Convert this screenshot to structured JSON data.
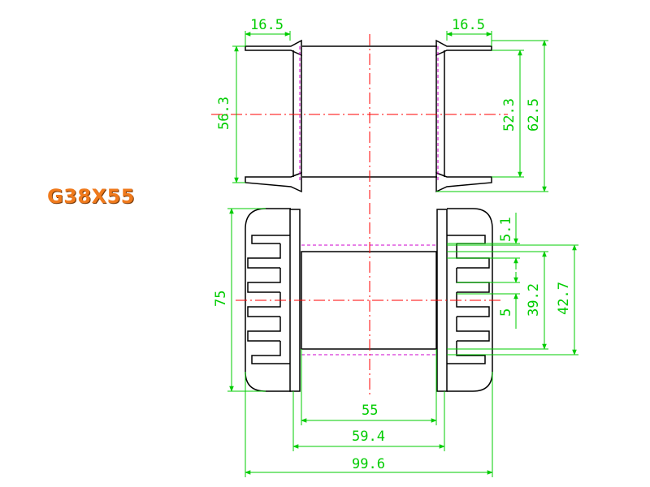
{
  "title": "G38X55",
  "colors": {
    "outline": "#000000",
    "dimension": "#00cc00",
    "centerline": "#ff0000",
    "hidden": "#cc00cc",
    "title": "#f07a1c"
  },
  "dimensions": {
    "top_left_flange": "16.5",
    "top_right_flange": "16.5",
    "top_height_outer": "56.3",
    "top_height_inner": "52.3",
    "top_height_total": "62.5",
    "bottom_height": "75",
    "bottom_slot": "5.1",
    "bottom_pitch": "5",
    "bottom_window": "39.2",
    "bottom_window_outer": "42.7",
    "bottom_width_inner": "55",
    "bottom_width_mid": "59.4",
    "bottom_width_total": "99.6"
  }
}
